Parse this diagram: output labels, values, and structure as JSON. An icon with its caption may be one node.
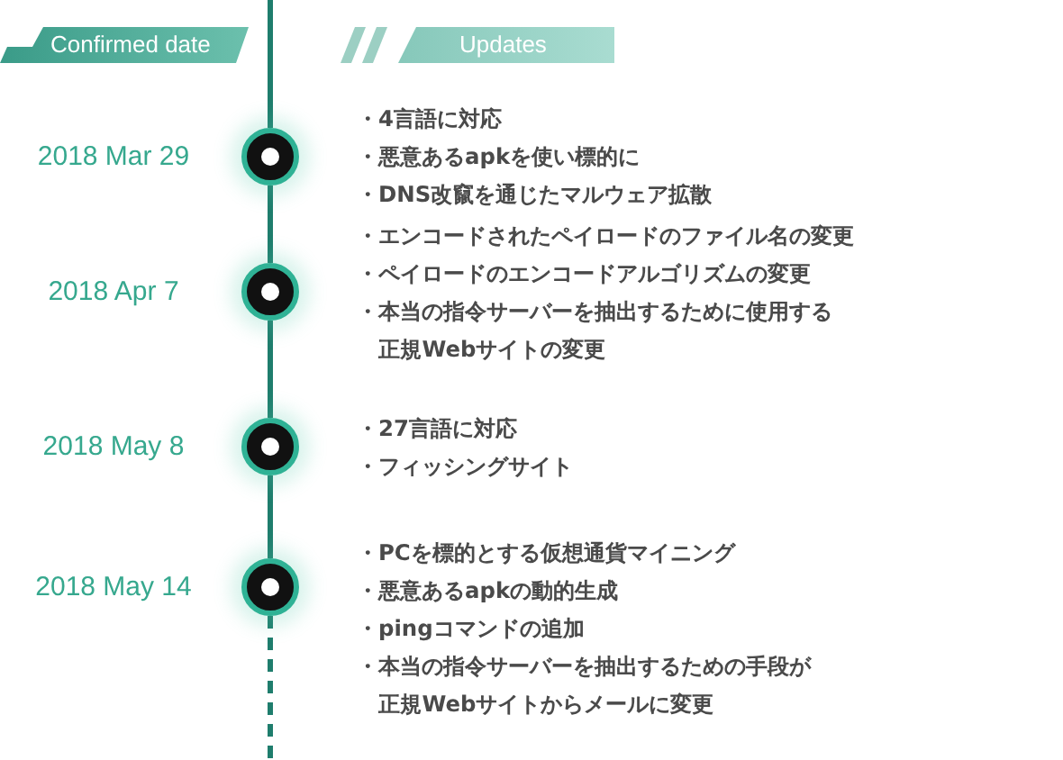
{
  "diagram": {
    "nodes": [
      {
        "text": [
          "Confirmed date"
        ]
      },
      {
        "text": [
          "Updates"
        ]
      },
      {
        "text": [],
        "shape": "circle",
        "beside": [
          "2018 Mar 29",
          "・4言語に対応",
          "・悪意あるapkを使い標的に",
          "・DNS改竄を通じたマルウェア拡散"
        ]
      },
      {
        "text": [],
        "shape": "circle",
        "beside": [
          "2018 Apr 7",
          "・エンコードされたペイロードのファイル名の変更",
          "・ペイロードのエンコードアルゴリズムの変更",
          "・本当の指令サーバーを抽出するために使用する正規Webサイトの変更"
        ]
      },
      {
        "text": [],
        "shape": "circle",
        "beside": [
          "2018 May 8",
          "・27言語に対応",
          "・フィッシングサイト"
        ]
      },
      {
        "text": [],
        "shape": "circle",
        "beside": [
          "2018 May 14",
          "・PCを標的とする仮想通貨マイニング",
          "・悪意あるapkの動的生成",
          "・pingコマンドの追加",
          "・本当の指令サーバーを抽出するための手段が正規Webサイトからメールに変更"
        ]
      }
    ],
    "edges": [
      {
        "from": null,
        "to": 2,
        "arrow": "none"
      },
      {
        "from": 2,
        "to": 3,
        "arrow": "none"
      },
      {
        "from": 3,
        "to": 4,
        "arrow": "none"
      },
      {
        "from": 4,
        "to": 5,
        "arrow": "none"
      },
      {
        "from": 5,
        "to": null,
        "arrow": "none",
        "style": "dashed"
      }
    ]
  }
}
